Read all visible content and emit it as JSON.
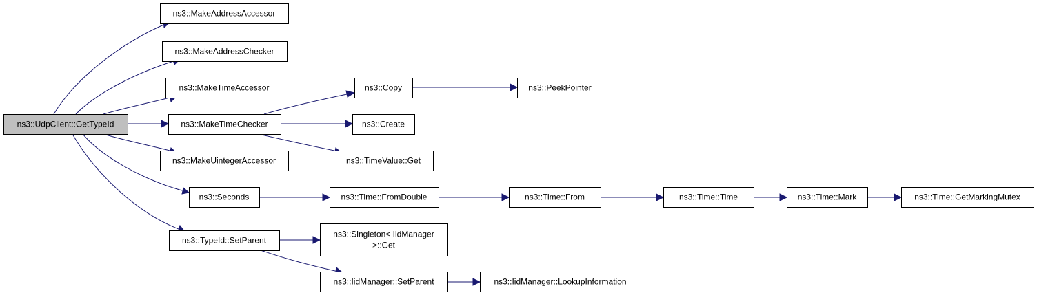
{
  "graph": {
    "root": "udpclient_gettypeid",
    "nodes": [
      {
        "id": "udpclient_gettypeid",
        "lines": [
          "ns3::UdpClient::GetTypeId"
        ],
        "root": true,
        "link": false
      },
      {
        "id": "make_address_accessor",
        "lines": [
          "ns3::MakeAddressAccessor"
        ],
        "link": true
      },
      {
        "id": "make_address_checker",
        "lines": [
          "ns3::MakeAddressChecker"
        ],
        "link": true
      },
      {
        "id": "make_time_accessor",
        "lines": [
          "ns3::MakeTimeAccessor"
        ],
        "link": true
      },
      {
        "id": "make_time_checker",
        "lines": [
          "ns3::MakeTimeChecker"
        ],
        "link": true
      },
      {
        "id": "make_uinteger_accessor",
        "lines": [
          "ns3::MakeUintegerAccessor"
        ],
        "link": true
      },
      {
        "id": "seconds",
        "lines": [
          "ns3::Seconds"
        ],
        "link": true
      },
      {
        "id": "typeid_setparent",
        "lines": [
          "ns3::TypeId::SetParent"
        ],
        "link": true
      },
      {
        "id": "copy",
        "lines": [
          "ns3::Copy"
        ],
        "link": true
      },
      {
        "id": "peek_pointer",
        "lines": [
          "ns3::PeekPointer"
        ],
        "link": true
      },
      {
        "id": "create",
        "lines": [
          "ns3::Create"
        ],
        "link": true
      },
      {
        "id": "timevalue_get",
        "lines": [
          "ns3::TimeValue::Get"
        ],
        "link": true
      },
      {
        "id": "time_fromdouble",
        "lines": [
          "ns3::Time::FromDouble"
        ],
        "link": true
      },
      {
        "id": "time_from",
        "lines": [
          "ns3::Time::From"
        ],
        "link": true
      },
      {
        "id": "time_time",
        "lines": [
          "ns3::Time::Time"
        ],
        "link": true
      },
      {
        "id": "time_mark",
        "lines": [
          "ns3::Time::Mark"
        ],
        "link": true
      },
      {
        "id": "time_getmarkingmutex",
        "lines": [
          "ns3::Time::GetMarkingMutex"
        ],
        "link": true
      },
      {
        "id": "singleton_get",
        "lines": [
          "ns3::Singleton< IidManager",
          ">::Get"
        ],
        "link": true
      },
      {
        "id": "iidmanager_setparent",
        "lines": [
          "ns3::IidManager::SetParent"
        ],
        "link": true
      },
      {
        "id": "iidmanager_lookupinformation",
        "lines": [
          "ns3::IidManager::LookupInformation"
        ],
        "link": true
      }
    ],
    "edges": [
      {
        "from": "udpclient_gettypeid",
        "to": "make_address_accessor"
      },
      {
        "from": "udpclient_gettypeid",
        "to": "make_address_checker"
      },
      {
        "from": "udpclient_gettypeid",
        "to": "make_time_accessor"
      },
      {
        "from": "udpclient_gettypeid",
        "to": "make_time_checker"
      },
      {
        "from": "udpclient_gettypeid",
        "to": "make_uinteger_accessor"
      },
      {
        "from": "udpclient_gettypeid",
        "to": "seconds"
      },
      {
        "from": "udpclient_gettypeid",
        "to": "typeid_setparent"
      },
      {
        "from": "make_time_checker",
        "to": "copy"
      },
      {
        "from": "make_time_checker",
        "to": "create"
      },
      {
        "from": "make_time_checker",
        "to": "timevalue_get"
      },
      {
        "from": "copy",
        "to": "peek_pointer"
      },
      {
        "from": "seconds",
        "to": "time_fromdouble"
      },
      {
        "from": "time_fromdouble",
        "to": "time_from"
      },
      {
        "from": "time_from",
        "to": "time_time"
      },
      {
        "from": "time_time",
        "to": "time_mark"
      },
      {
        "from": "time_mark",
        "to": "time_getmarkingmutex"
      },
      {
        "from": "typeid_setparent",
        "to": "singleton_get"
      },
      {
        "from": "typeid_setparent",
        "to": "iidmanager_setparent"
      },
      {
        "from": "iidmanager_setparent",
        "to": "iidmanager_lookupinformation"
      }
    ],
    "colors": {
      "edge": "#191970",
      "root_fill": "#bfbfbf",
      "node_fill": "#ffffff",
      "node_border": "#000000",
      "text": "#000000"
    }
  }
}
